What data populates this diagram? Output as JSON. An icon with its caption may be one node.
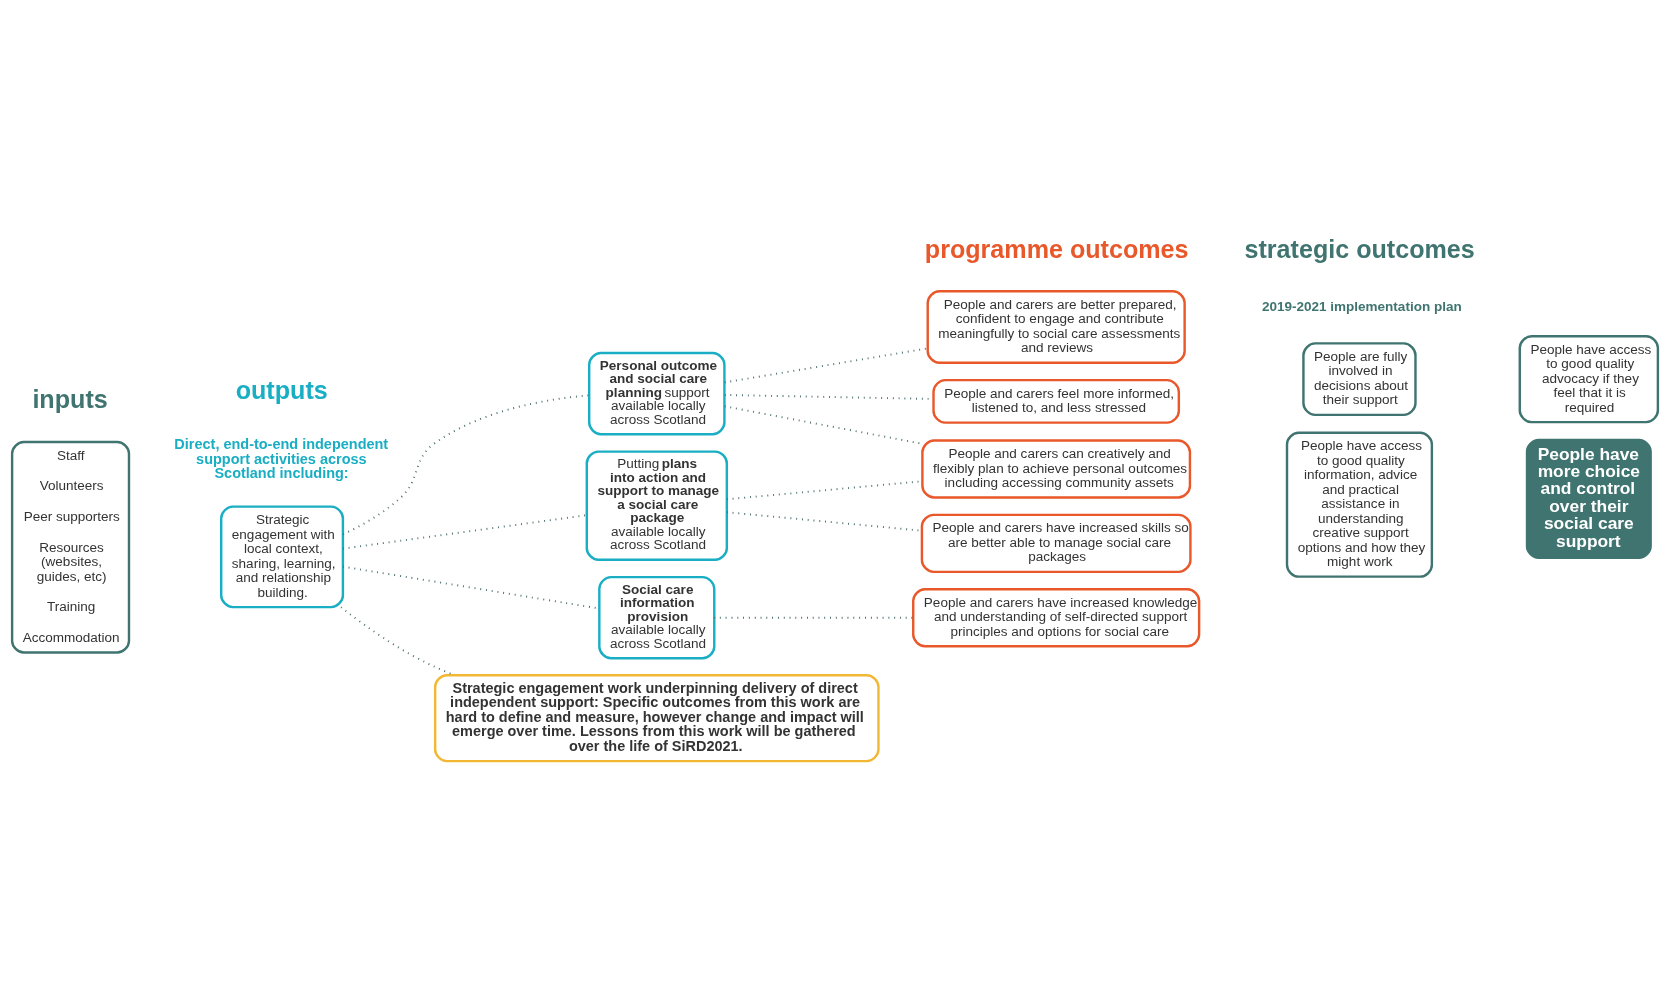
{
  "diagram": {
    "nodes": [
      {
        "text": [
          "Staff",
          "Volunteers",
          "Peer supporters",
          "Resources (websites, guides, etc)",
          "Training",
          "Accommodation"
        ]
      },
      {
        "text": [
          "Strategic engagement with local context, sharing, learning, and relationship building."
        ]
      },
      {
        "text": [
          "**Personal outcome and social care planning** support available locally across Scotland"
        ]
      },
      {
        "text": [
          "Putting **plans into action and support to manage a social care package** available locally across Scotland"
        ]
      },
      {
        "text": [
          "**Social care information provision** available locally across Scotland"
        ]
      },
      {
        "text": [
          "People and carers are better prepared, confident to engage and contribute meaningfully to social care assessments and reviews"
        ]
      },
      {
        "text": [
          "People and carers feel more informed, listened to, and less stressed"
        ]
      },
      {
        "text": [
          "People and carers can creatively and flexibly plan to achieve personal outcomes including accessing community assets"
        ]
      },
      {
        "text": [
          "People and carers have increased skills so are better able to manage social care packages"
        ]
      },
      {
        "text": [
          "People and carers have increased knowledge and understanding of self-directed support principles and options for social care"
        ]
      },
      {
        "text": [
          "People are fully involved in decisions about their support"
        ]
      },
      {
        "text": [
          "People have access to good quality advocacy if they feel that it is required"
        ]
      },
      {
        "text": [
          "People have access to good quality information, advice and practical assistance in understanding creative support options and how they might work"
        ]
      },
      {
        "text": [
          "People have more choice and control over their social care support"
        ]
      },
      {
        "text": [
          "Strategic engagement work underpinning delivery of direct independent support: Specific outcomes from this work are hard to define and measure, however change and impact will emerge over time. Lessons from this work will be gathered over the life of SiRD2021."
        ]
      }
    ],
    "edges": [
      {
        "from": 1,
        "to": 2,
        "arrow": "none"
      },
      {
        "from": 1,
        "to": 3,
        "arrow": "none"
      },
      {
        "from": 1,
        "to": 4,
        "arrow": "none"
      },
      {
        "from": 1,
        "to": 14,
        "arrow": "none"
      },
      {
        "from": 2,
        "to": 5,
        "arrow": "none"
      },
      {
        "from": 2,
        "to": 6,
        "arrow": "none"
      },
      {
        "from": 2,
        "to": 7,
        "arrow": "none"
      },
      {
        "from": 3,
        "to": 7,
        "arrow": "none"
      },
      {
        "from": 3,
        "to": 8,
        "arrow": "none"
      },
      {
        "from": 4,
        "to": 9,
        "arrow": "none"
      }
    ],
    "labels": [
      "inputs",
      "outputs",
      "programme outcomes",
      "strategic outcomes",
      "2019-2021 implementation plan",
      "Direct, end-to-end independent support activities across Scotland including:"
    ]
  }
}
